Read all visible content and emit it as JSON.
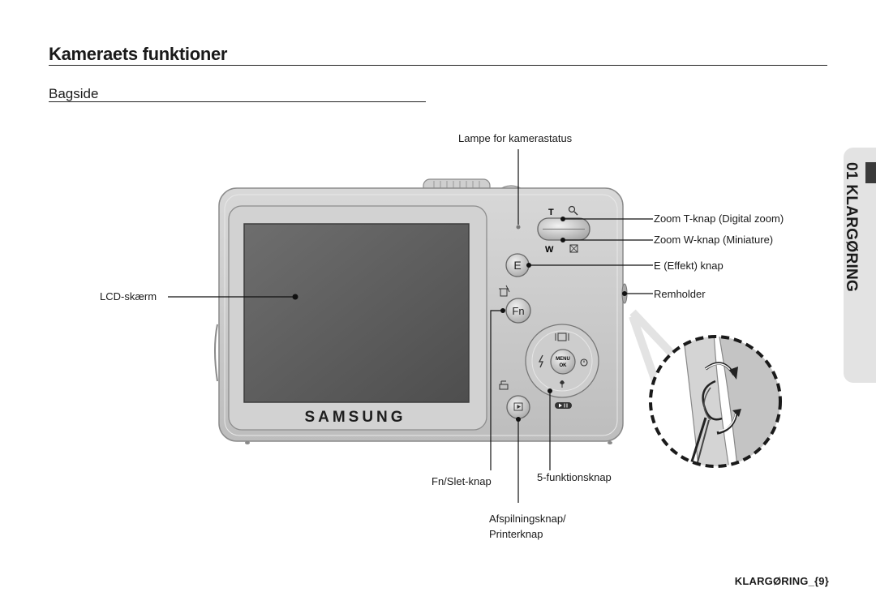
{
  "page_title": "Kameraets funktioner",
  "section_title": "Bagside",
  "side_tab": "01 KLARGØRING",
  "footer": "KLARGØRING_{9}",
  "camera": {
    "brand": "SAMSUNG",
    "zoom_t_symbol": "T",
    "zoom_w_symbol": "W",
    "effect_button": "E",
    "fn_button": "Fn",
    "menu_label": "MENU",
    "ok_label": "OK"
  },
  "callouts": {
    "status_lamp": "Lampe for kamerastatus",
    "zoom_t": "Zoom T-knap (Digital zoom)",
    "zoom_w": "Zoom W-knap (Miniature)",
    "effect": "E (Effekt) knap",
    "strap": "Remholder",
    "lcd": "LCD-skærm",
    "fn_delete": "Fn/Slet-knap",
    "five_function": "5-funktionsknap",
    "playback_line1": "Afspilningsknap/",
    "playback_line2": "Printerknap"
  },
  "colors": {
    "camera_body": "#c9c9c9",
    "lcd": "#5f5f5f",
    "text": "#1a1a1a",
    "tab_background": "#e3e3e3"
  }
}
